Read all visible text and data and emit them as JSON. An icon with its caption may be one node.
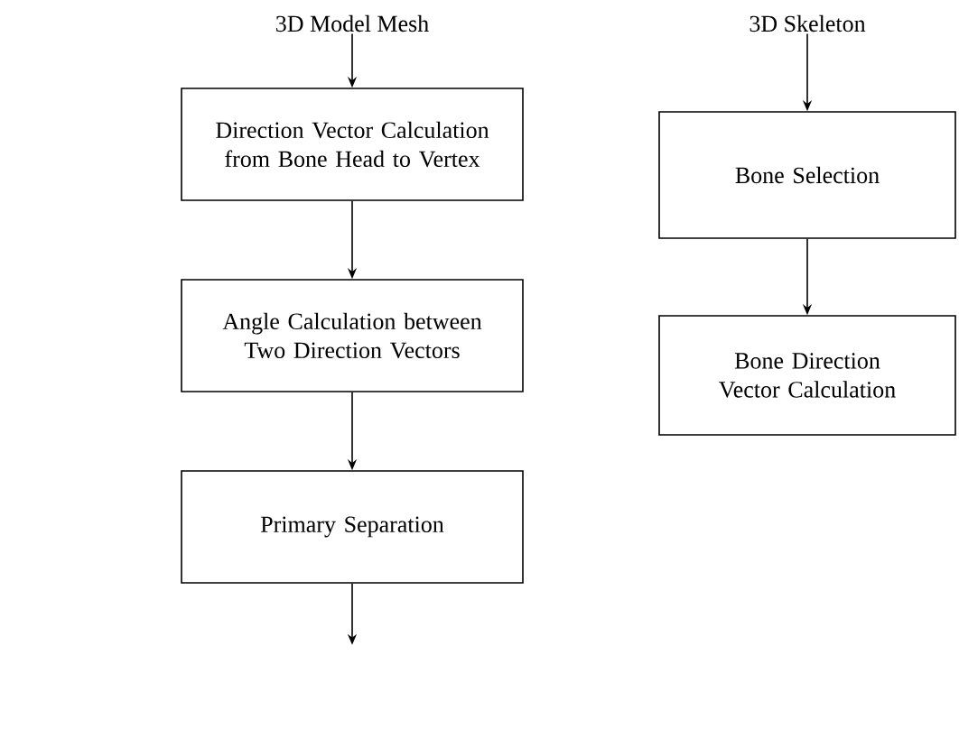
{
  "diagram": {
    "nodes": [
      {
        "text": [
          "3D Model Mesh"
        ]
      },
      {
        "text": [
          "Direction Vector Calculation from Bone Head to Vertex"
        ]
      },
      {
        "text": [
          "Angle Calculation between Two Direction Vectors"
        ]
      },
      {
        "text": [
          "Primary Separation"
        ]
      },
      {
        "text": [
          "3D Skeleton"
        ]
      },
      {
        "text": [
          "Bone Selection"
        ]
      },
      {
        "text": [
          "Bone Direction Vector Calculation"
        ]
      }
    ],
    "edges": [
      {
        "from": 0,
        "to": 1,
        "arrow": "to"
      },
      {
        "from": 1,
        "to": 2,
        "arrow": "to"
      },
      {
        "from": 2,
        "to": 3,
        "arrow": "to"
      },
      {
        "from": 3,
        "to": null,
        "arrow": "to"
      },
      {
        "from": 4,
        "to": 5,
        "arrow": "to"
      },
      {
        "from": 5,
        "to": 6,
        "arrow": "to"
      }
    ]
  }
}
